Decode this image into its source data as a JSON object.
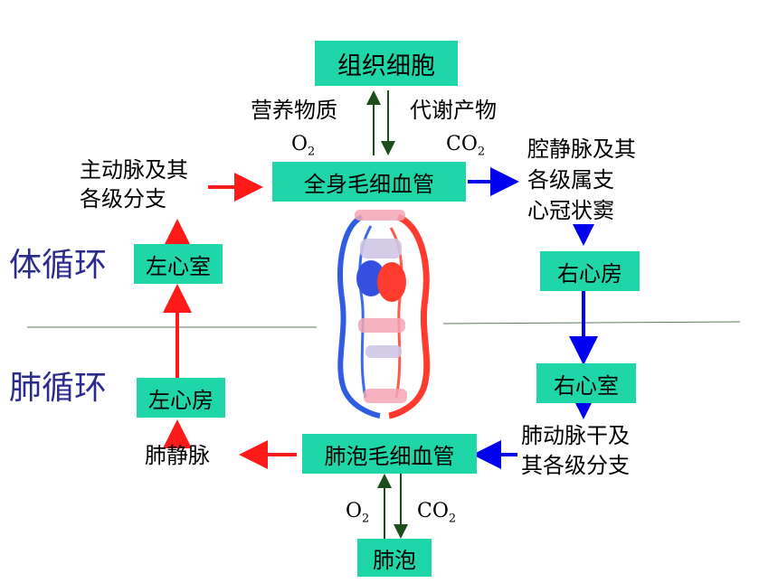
{
  "boxes": {
    "tissue_cells": "组织细胞",
    "body_capillaries": "全身毛细血管",
    "left_ventricle": "左心室",
    "right_atrium": "右心房",
    "left_atrium": "左心房",
    "right_ventricle": "右心室",
    "alveolar_capillaries": "肺泡毛细血管",
    "alveoli": "肺泡"
  },
  "labels": {
    "nutrients": "营养物质",
    "metabolites": "代谢产物",
    "o2_top": "O",
    "co2_top": "CO",
    "aorta": [
      "主动脉及其",
      "各级分支"
    ],
    "vena_cava": [
      "腔静脉及其",
      "各级属支",
      "心冠状窦"
    ],
    "pulmonary_vein": "肺静脉",
    "pulmonary_artery": [
      "肺动脉干及",
      "其各级分支"
    ],
    "o2_bottom": "O",
    "co2_bottom": "CO",
    "subscript": "2"
  },
  "side_labels": {
    "systemic": "体循环",
    "pulmonary": "肺循环"
  },
  "colors": {
    "box": "#1fd6a8",
    "arterial_arrow": "#ff1a1a",
    "venous_arrow": "#0000ee",
    "exchange_arrow": "#1a4d1a",
    "side_text": "#2b2b8c"
  }
}
